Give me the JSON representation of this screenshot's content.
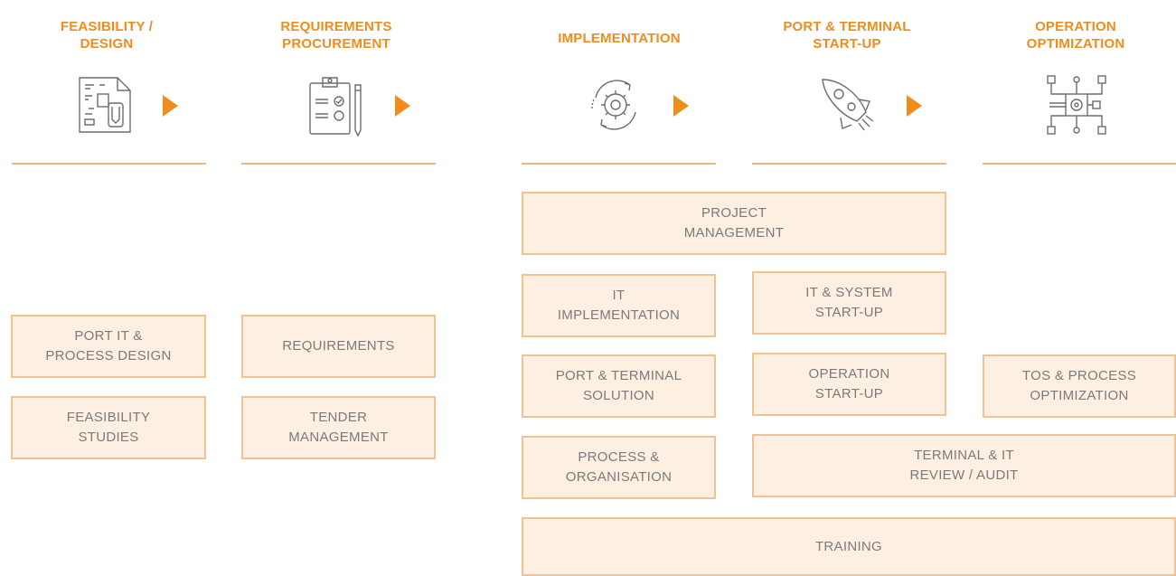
{
  "colors": {
    "accent": "#ef8c1c",
    "box_fill": "#fdf0e3",
    "box_border": "#f4c191",
    "box_text": "#7a7a7a"
  },
  "phases": [
    {
      "title_line1": "FEASIBILITY /",
      "title_line2": "DESIGN",
      "icon": "blueprint-document-icon"
    },
    {
      "title_line1": "REQUIREMENTS",
      "title_line2": "PROCUREMENT",
      "icon": "clipboard-checklist-icon"
    },
    {
      "title_line1": "IMPLEMENTATION",
      "title_line2": "",
      "icon": "gear-cycle-icon"
    },
    {
      "title_line1": "PORT & TERMINAL",
      "title_line2": "START-UP",
      "icon": "rocket-icon"
    },
    {
      "title_line1": "OPERATION",
      "title_line2": "OPTIMIZATION",
      "icon": "circuit-chip-icon"
    }
  ],
  "boxes": {
    "port_it_process_design": {
      "line1": "PORT IT &",
      "line2": "PROCESS DESIGN"
    },
    "feasibility_studies": {
      "line1": "FEASIBILITY",
      "line2": "STUDIES"
    },
    "requirements": {
      "line1": "REQUIREMENTS",
      "line2": ""
    },
    "tender_management": {
      "line1": "TENDER",
      "line2": "MANAGEMENT"
    },
    "project_management": {
      "line1": "PROJECT",
      "line2": "MANAGEMENT"
    },
    "it_implementation": {
      "line1": "IT",
      "line2": "IMPLEMENTATION"
    },
    "it_system_startup": {
      "line1": "IT & SYSTEM",
      "line2": "START-UP"
    },
    "port_terminal_solution": {
      "line1": "PORT & TERMINAL",
      "line2": "SOLUTION"
    },
    "operation_startup": {
      "line1": "OPERATION",
      "line2": "START-UP"
    },
    "tos_process_optimization": {
      "line1": "TOS & PROCESS",
      "line2": "OPTIMIZATION"
    },
    "process_organisation": {
      "line1": "PROCESS &",
      "line2": "ORGANISATION"
    },
    "terminal_it_review": {
      "line1": "TERMINAL & IT",
      "line2": "REVIEW / AUDIT"
    },
    "training": {
      "line1": "TRAINING",
      "line2": ""
    }
  }
}
